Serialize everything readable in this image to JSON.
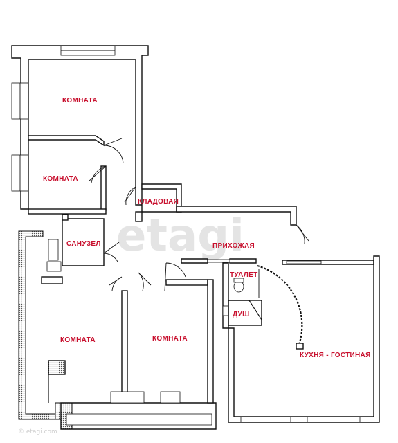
{
  "plan": {
    "rooms": [
      {
        "id": "room1",
        "label": "КОМНАТА"
      },
      {
        "id": "room2",
        "label": "КОМНАТА"
      },
      {
        "id": "storage",
        "label": "КЛАДОВАЯ"
      },
      {
        "id": "bath",
        "label": "САНУЗЕЛ"
      },
      {
        "id": "hall",
        "label": "ПРИХОЖАЯ"
      },
      {
        "id": "toilet",
        "label": "ТУАЛЕТ"
      },
      {
        "id": "shower",
        "label": "ДУШ"
      },
      {
        "id": "room3",
        "label": "КОМНАТА"
      },
      {
        "id": "room4",
        "label": "КОМНАТА"
      },
      {
        "id": "kitchen",
        "label": "КУХНЯ - ГОСТИНАЯ"
      }
    ],
    "label_color": "#c8102e",
    "wall_color": "#111111",
    "watermark": {
      "text": "etagi",
      "corner": "© etagi.com"
    }
  }
}
